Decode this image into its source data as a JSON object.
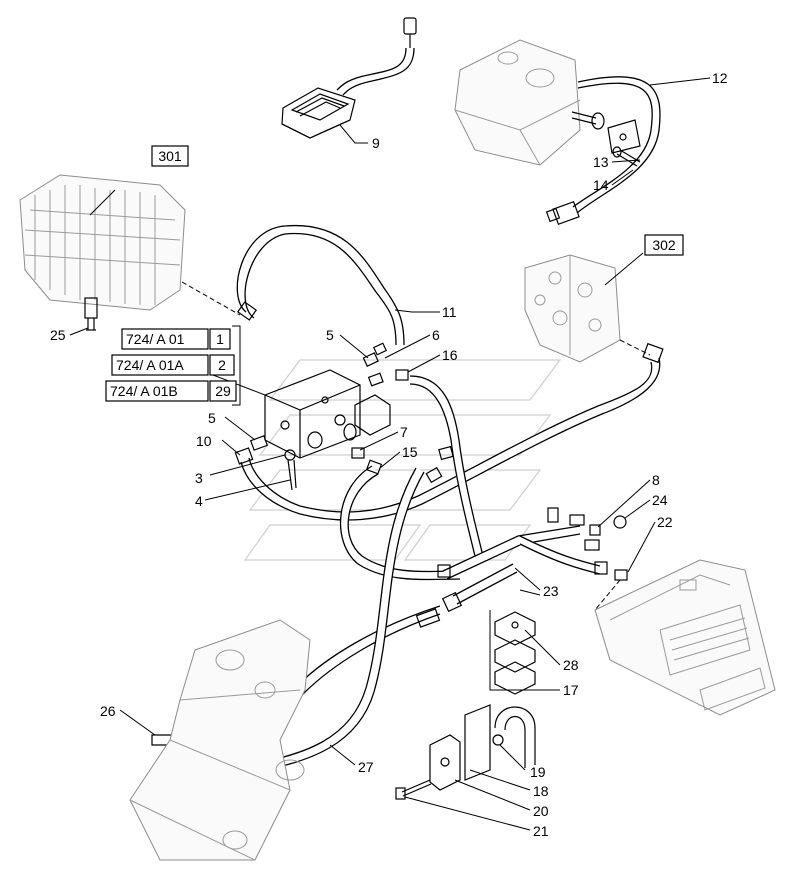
{
  "diagram": {
    "part_labels": [
      {
        "id": "p9",
        "text": "9"
      },
      {
        "id": "p12",
        "text": "12"
      },
      {
        "id": "p13",
        "text": "13"
      },
      {
        "id": "p14",
        "text": "14"
      },
      {
        "id": "p25",
        "text": "25"
      },
      {
        "id": "p11",
        "text": "11"
      },
      {
        "id": "p5a",
        "text": "5"
      },
      {
        "id": "p6",
        "text": "6"
      },
      {
        "id": "p16",
        "text": "16"
      },
      {
        "id": "p5b",
        "text": "5"
      },
      {
        "id": "p10",
        "text": "10"
      },
      {
        "id": "p7",
        "text": "7"
      },
      {
        "id": "p15",
        "text": "15"
      },
      {
        "id": "p3",
        "text": "3"
      },
      {
        "id": "p4",
        "text": "4"
      },
      {
        "id": "p8",
        "text": "8"
      },
      {
        "id": "p24",
        "text": "24"
      },
      {
        "id": "p22",
        "text": "22"
      },
      {
        "id": "p23",
        "text": "23"
      },
      {
        "id": "p28",
        "text": "28"
      },
      {
        "id": "p17",
        "text": "17"
      },
      {
        "id": "p26",
        "text": "26"
      },
      {
        "id": "p27",
        "text": "27"
      },
      {
        "id": "p19",
        "text": "19"
      },
      {
        "id": "p18",
        "text": "18"
      },
      {
        "id": "p20",
        "text": "20"
      },
      {
        "id": "p21",
        "text": "21"
      }
    ],
    "assembly_refs": [
      {
        "id": "r301",
        "text": "301"
      },
      {
        "id": "r302",
        "text": "302"
      }
    ],
    "reference_table": [
      {
        "ref": "724/  A 01",
        "qty": "1"
      },
      {
        "ref": "724/  A 01A",
        "qty": "2"
      },
      {
        "ref": "724/  A 01B",
        "qty": "29"
      }
    ]
  }
}
